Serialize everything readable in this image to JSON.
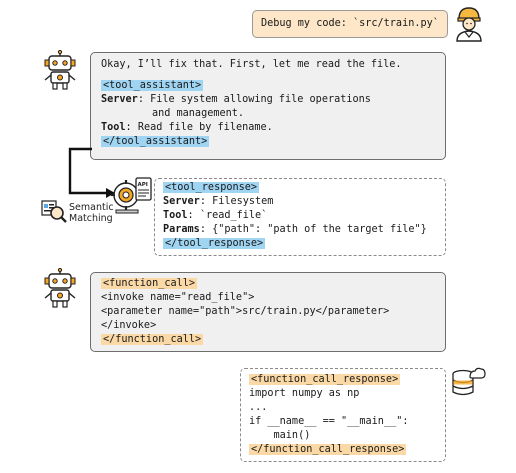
{
  "user_message": "Debug my code: `src/train.py`",
  "assistant_intro": "Okay, I’ll fix that. First, let me read the file.",
  "tool_assistant": {
    "open_tag": "<tool_assistant>",
    "server_label": "Server",
    "server_text": ": File system allowing file operations",
    "server_text_cont": "and management.",
    "tool_label": "Tool",
    "tool_text": ": Read file by filename.",
    "close_tag": "</tool_assistant>"
  },
  "semantic_matching_label_1": "Semantic",
  "semantic_matching_label_2": "Matching",
  "tool_response": {
    "open_tag": "<tool_response>",
    "server_label": "Server",
    "server_text": ": Filesystem",
    "tool_label": "Tool",
    "tool_text": ": `read_file`",
    "params_label": "Params",
    "params_text": ": {\"path\": \"path of the target file\"}",
    "close_tag": "</tool_response>"
  },
  "function_call": {
    "open_tag": "<function_call>",
    "line1": "<invoke name=\"read_file\">",
    "line2": "<parameter name=\"path\">src/train.py</parameter>",
    "line3": "</invoke>",
    "close_tag": "</function_call>"
  },
  "function_call_response": {
    "open_tag": "<function_call_response>",
    "line1": "import numpy as np",
    "line2": "...",
    "line3": "if __name__ == \"__main__\":",
    "line4": "    main()",
    "close_tag": "</function_call_response>"
  },
  "colors": {
    "tag_blue": "#9fd4f2",
    "tag_orange": "#fbd9a6",
    "user_bubble": "#fde7c8"
  },
  "icons": [
    "user-icon",
    "robot-icon",
    "robot-icon",
    "server-icon",
    "magnifier-icon",
    "database-cloud-icon"
  ]
}
